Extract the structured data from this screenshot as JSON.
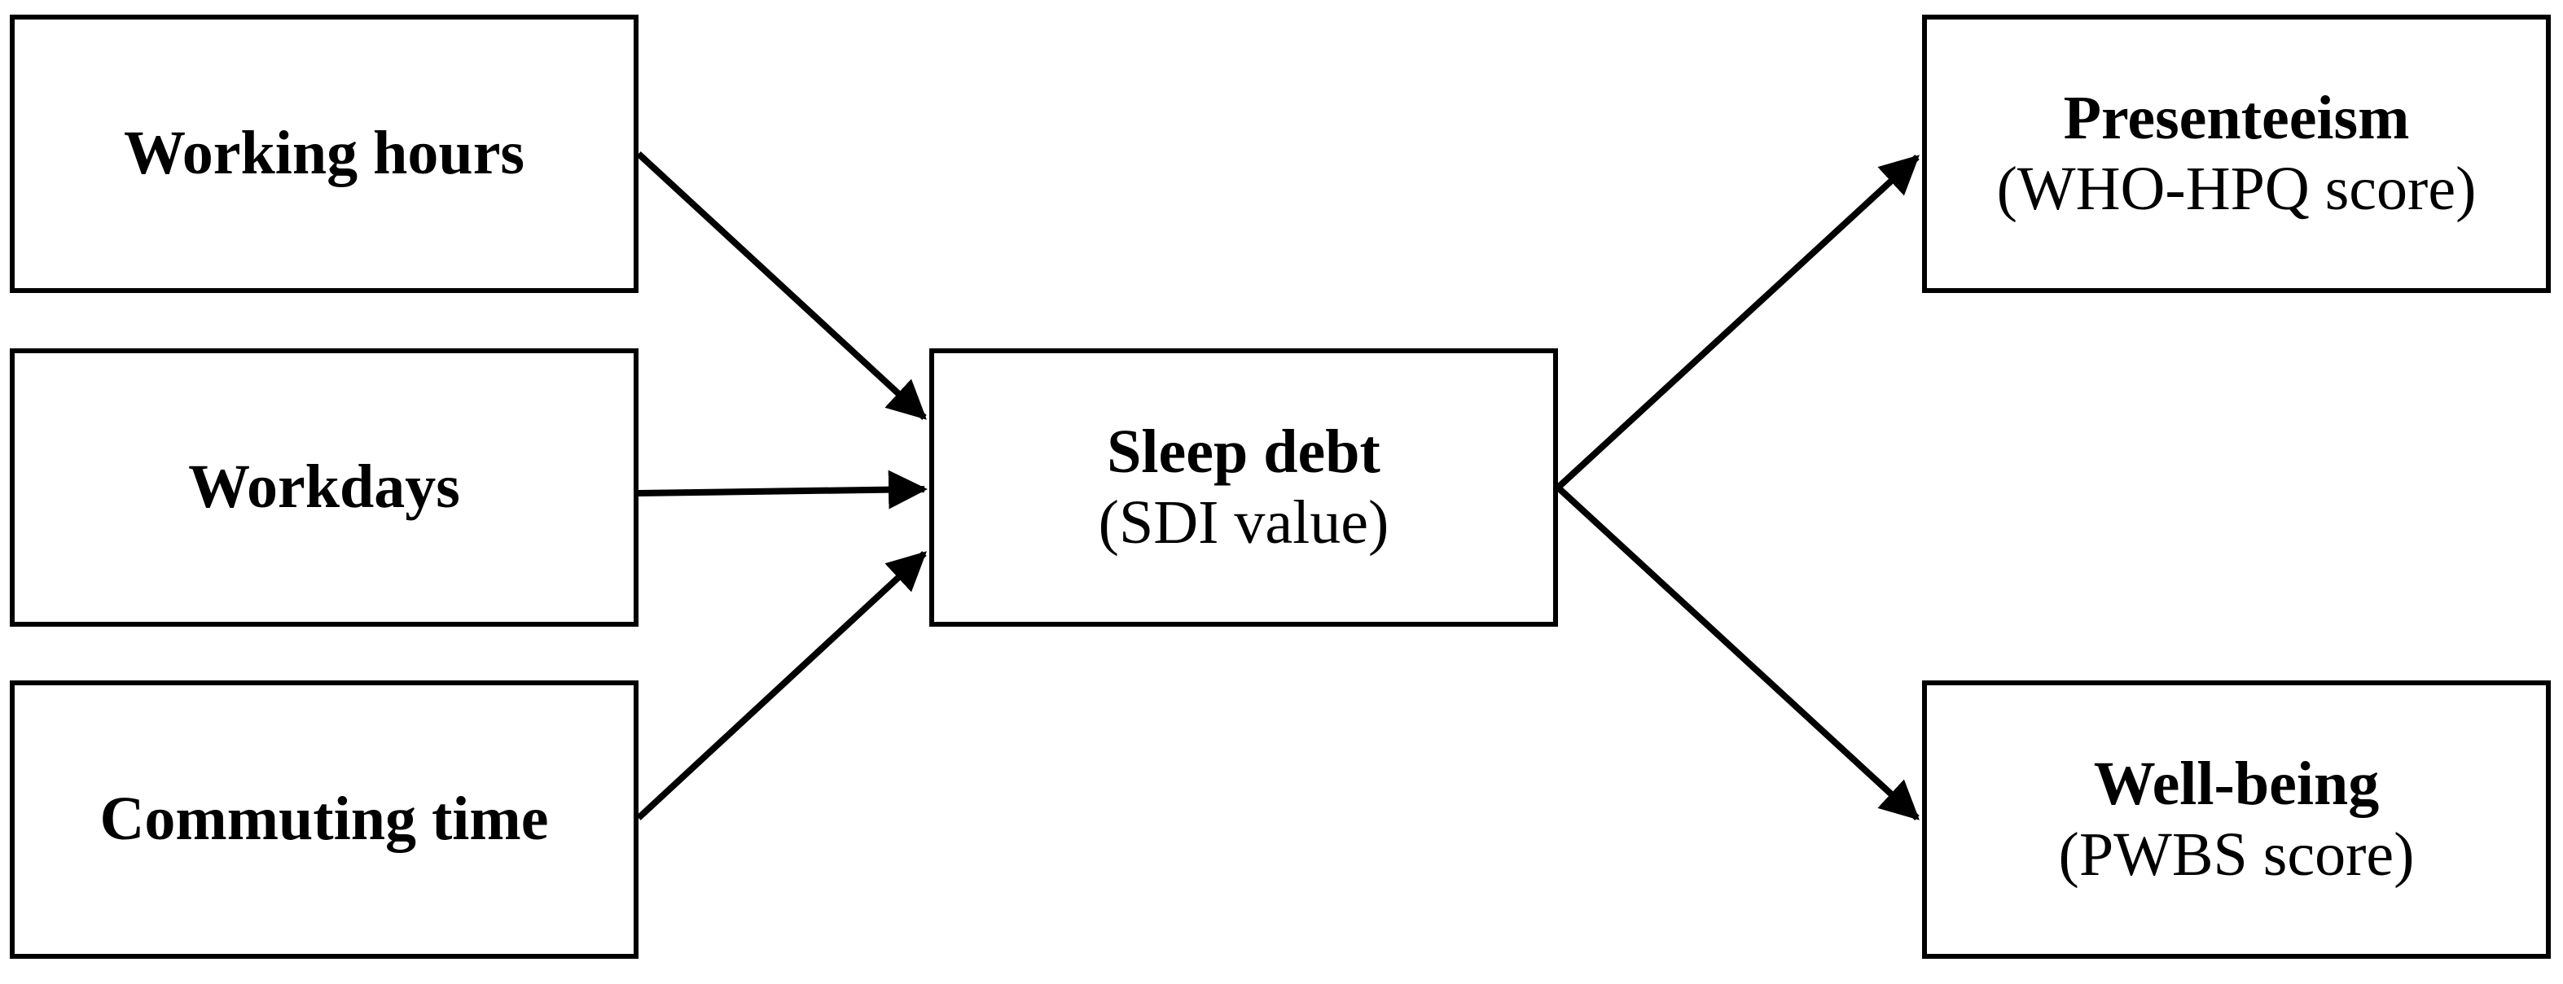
{
  "nodes": {
    "working_hours": {
      "title": "Working hours"
    },
    "workdays": {
      "title": "Workdays"
    },
    "commuting_time": {
      "title": "Commuting time"
    },
    "sleep_debt": {
      "title": "Sleep debt",
      "subtitle": "(SDI value)"
    },
    "presenteeism": {
      "title": "Presenteeism",
      "subtitle": "(WHO-HPQ score)"
    },
    "wellbeing": {
      "title": "Well-being",
      "subtitle": "(PWBS score)"
    }
  },
  "edges": [
    {
      "from": "working_hours",
      "to": "sleep_debt"
    },
    {
      "from": "workdays",
      "to": "sleep_debt"
    },
    {
      "from": "commuting_time",
      "to": "sleep_debt"
    },
    {
      "from": "sleep_debt",
      "to": "presenteeism"
    },
    {
      "from": "sleep_debt",
      "to": "wellbeing"
    }
  ],
  "colors": {
    "stroke": "#000000",
    "background": "#ffffff"
  }
}
